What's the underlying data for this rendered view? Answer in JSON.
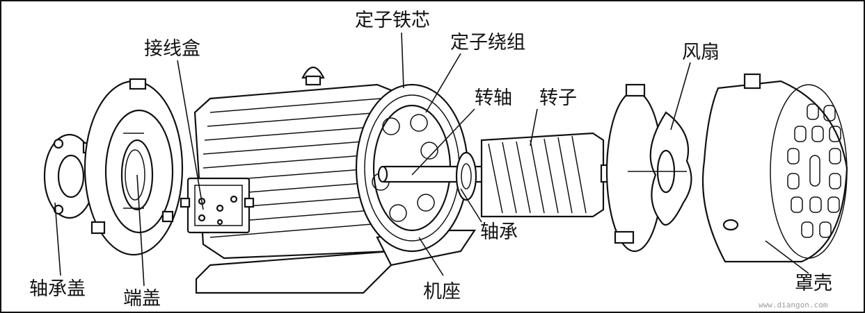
{
  "labels": {
    "stator_core": "定子铁芯",
    "stator_winding": "定子绕组",
    "terminal_box": "接线盒",
    "shaft": "转轴",
    "rotor": "转子",
    "fan": "风扇",
    "bearing": "轴承",
    "bearing_cap": "轴承盖",
    "end_cover": "端盖",
    "frame": "机座",
    "fan_cover": "罩壳"
  },
  "watermark": "www.diangon.com",
  "colors": {
    "ink": "#111111",
    "background": "#ffffff",
    "watermark": "#9a9a9a"
  }
}
